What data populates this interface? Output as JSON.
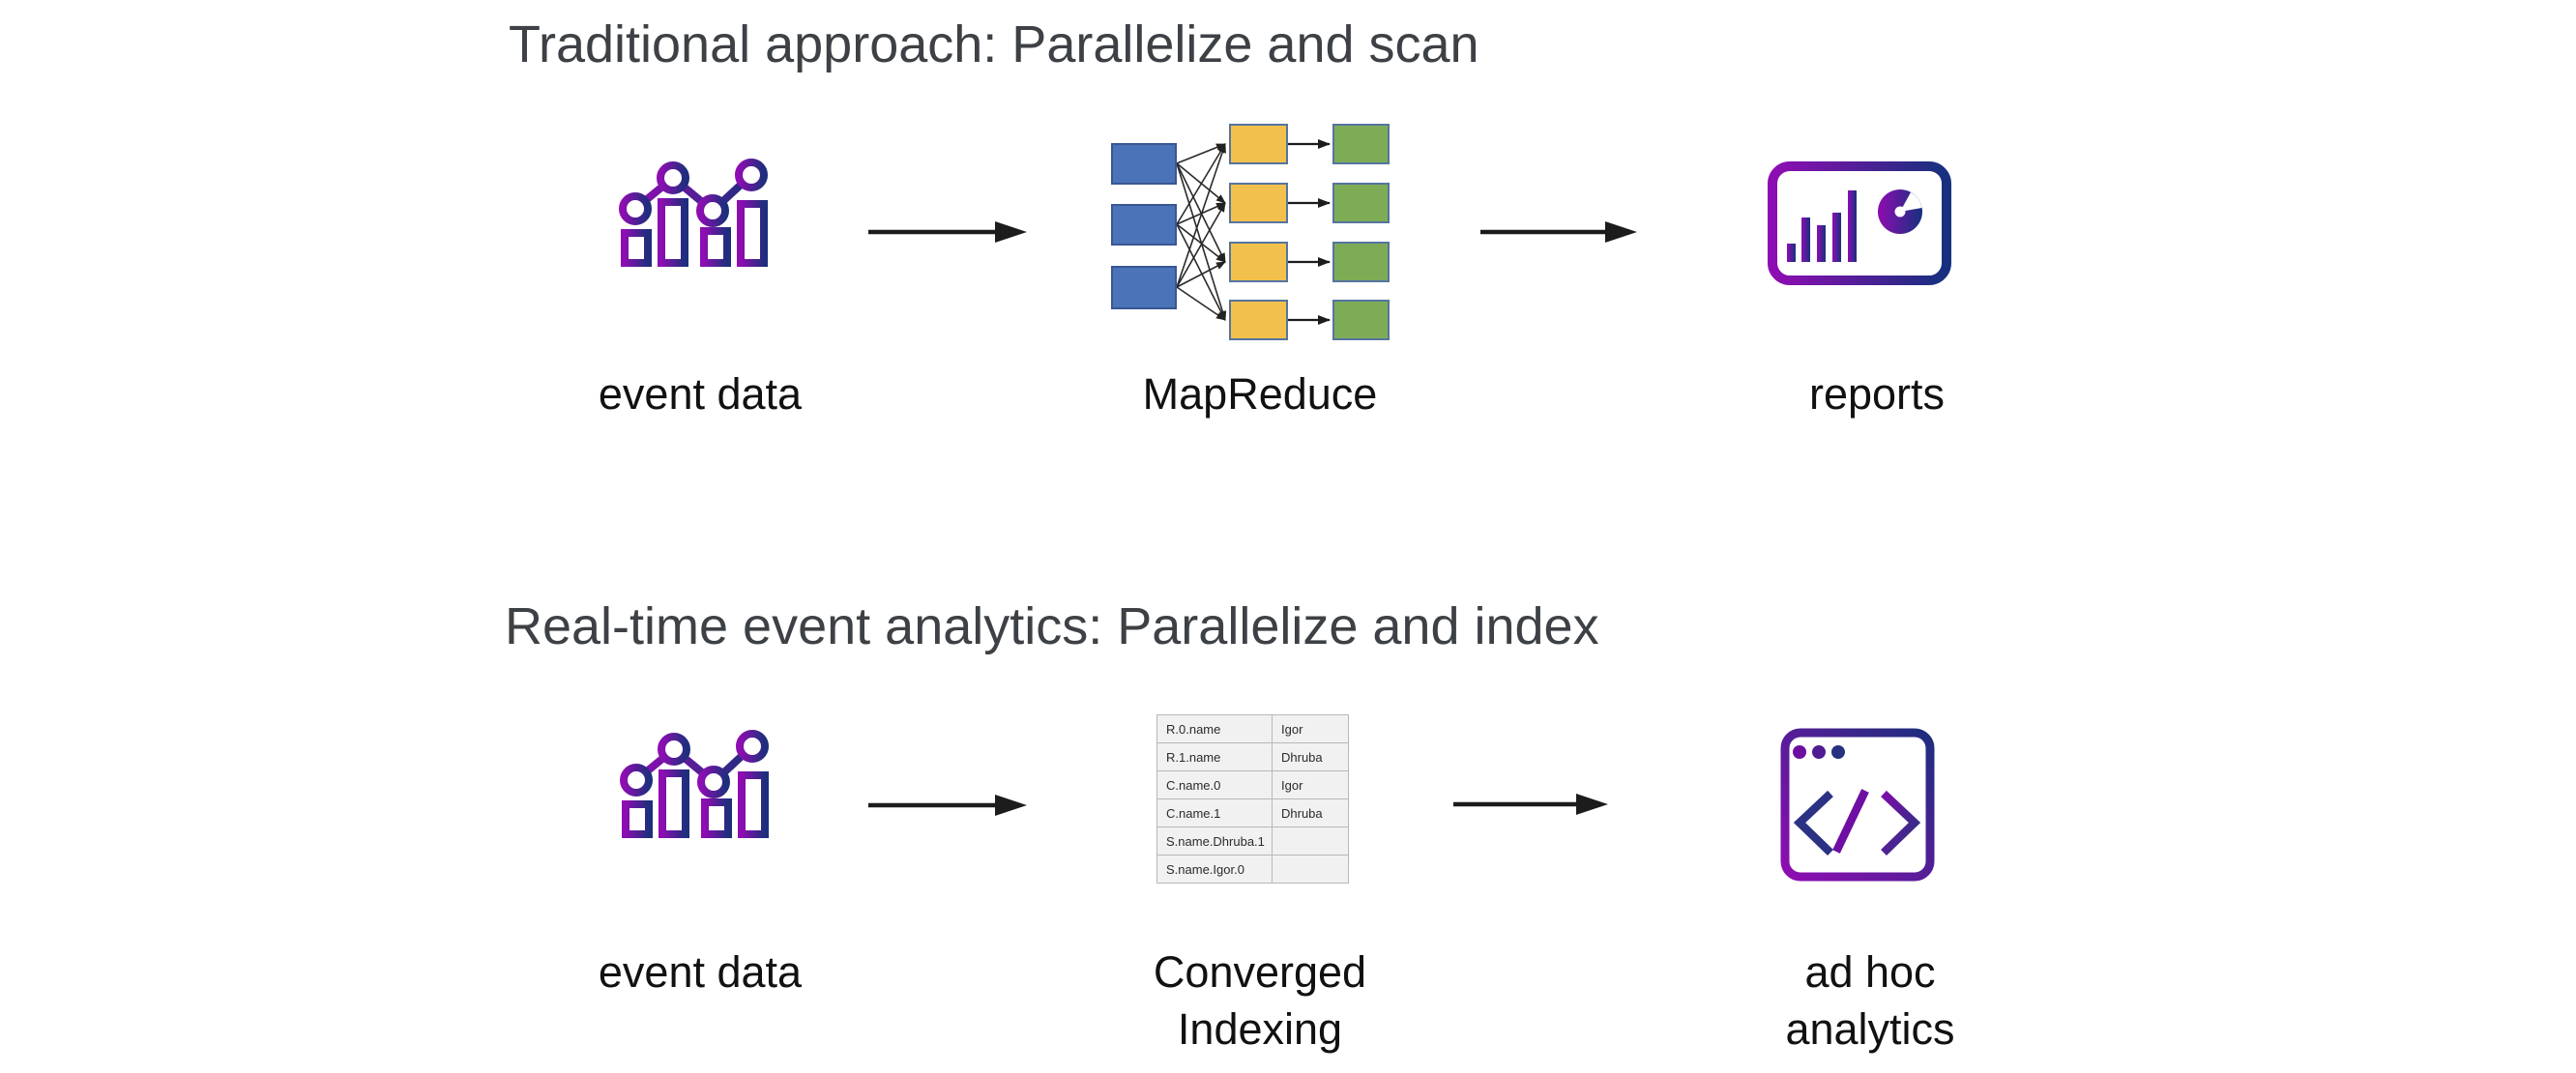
{
  "slide": {
    "background": "#ffffff",
    "sections": [
      {
        "title": "Traditional approach: Parallelize and scan",
        "items": [
          {
            "label": "event data",
            "icon": "bar-line-chart-icon"
          },
          {
            "label": "MapReduce",
            "icon": "mapreduce-diagram"
          },
          {
            "label": "reports",
            "icon": "dashboard-monitor-icon"
          }
        ]
      },
      {
        "title": "Real-time event analytics: Parallelize and index",
        "items": [
          {
            "label": "event data",
            "icon": "bar-line-chart-icon"
          },
          {
            "label": "Converged Indexing",
            "icon": "converged-index-table"
          },
          {
            "label": "ad hoc analytics",
            "icon": "code-window-icon"
          }
        ]
      }
    ],
    "index_table": {
      "rows": [
        [
          "R.0.name",
          "Igor"
        ],
        [
          "R.1.name",
          "Dhruba"
        ],
        [
          "C.name.0",
          "Igor"
        ],
        [
          "C.name.1",
          "Dhruba"
        ],
        [
          "S.name.Dhruba.1",
          ""
        ],
        [
          "S.name.Igor.0",
          ""
        ]
      ]
    },
    "colors": {
      "title_text": "#3d4145",
      "label_text": "#111111",
      "icon_gradient_start": "#8e0db2",
      "icon_gradient_end": "#1e2e7d",
      "map_box_blue": "#4a73b8",
      "map_box_yellow": "#f2c14d",
      "map_box_green": "#7eac56",
      "map_box_border": "#56749f",
      "arrow_black": "#1c1c1c",
      "table_cell_bg": "#f1f1f2",
      "table_border": "#b7b7b7"
    }
  }
}
